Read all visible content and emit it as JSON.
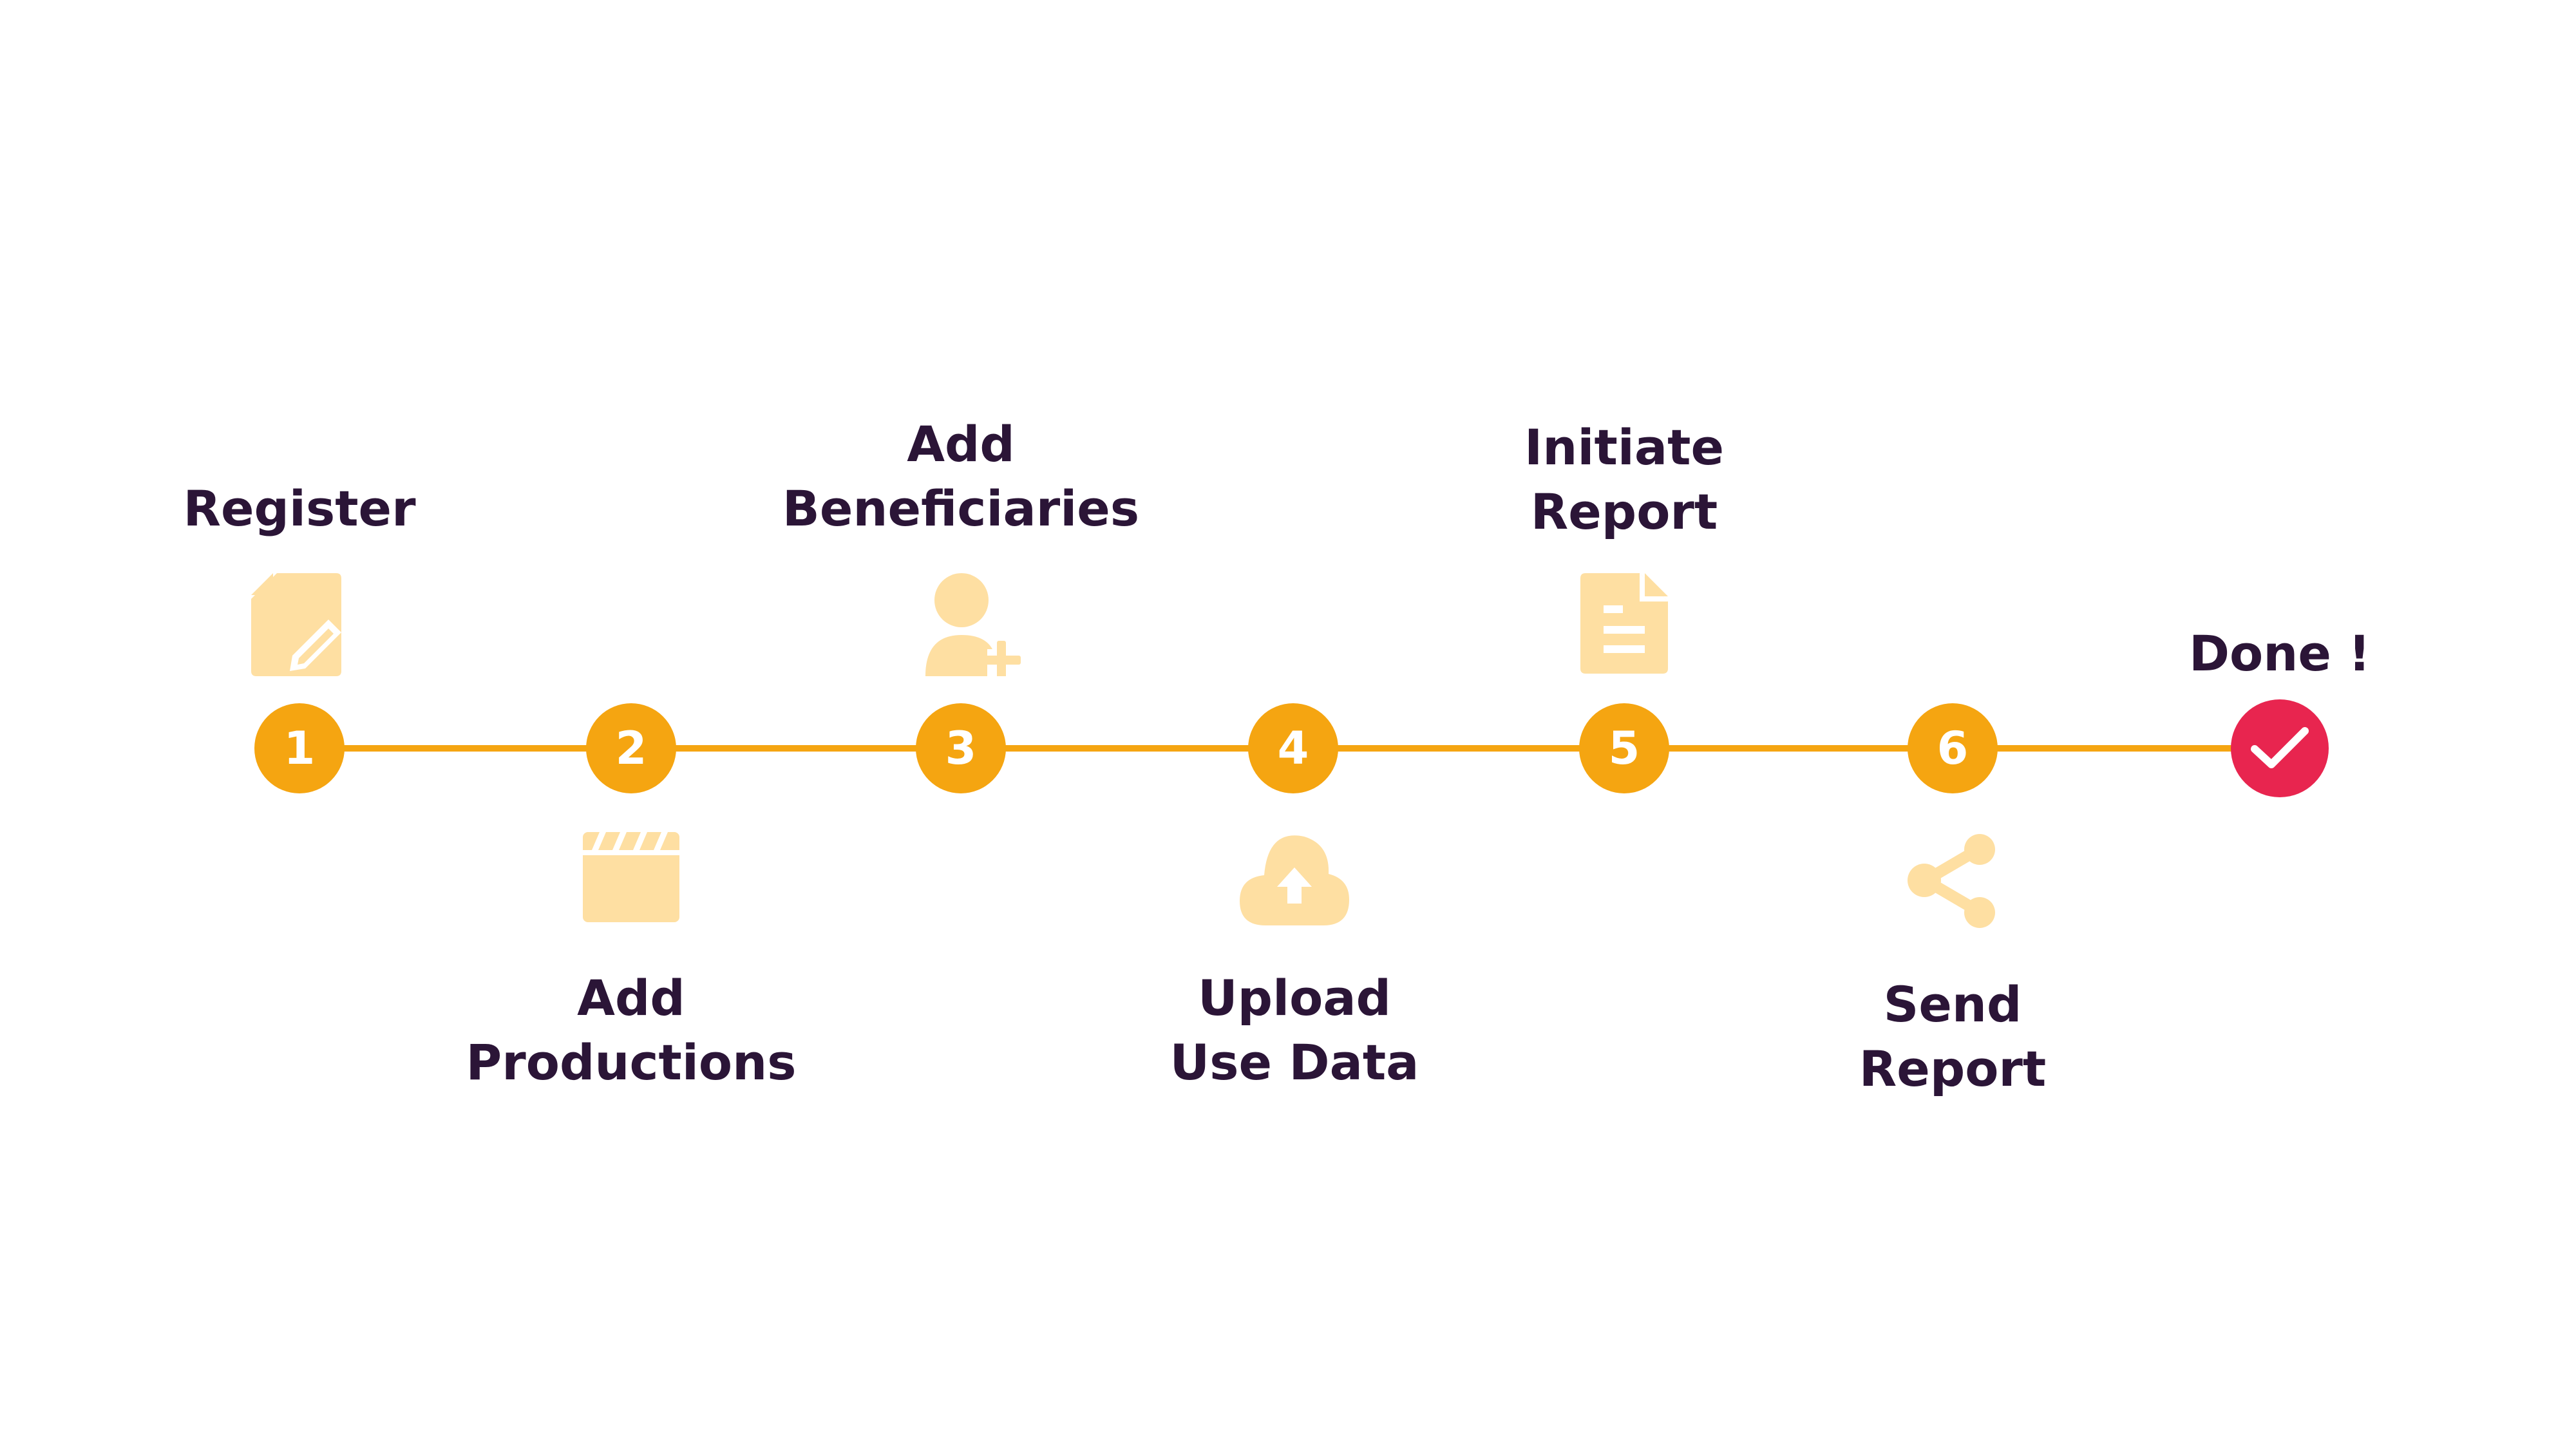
{
  "colors": {
    "accent": "#F5A511",
    "icon": "#FEDFA2",
    "text": "#2B1537",
    "done": "#E8254F"
  },
  "steps": [
    {
      "number": "1",
      "line1": "Register",
      "line2": "",
      "icon": "edit-document-icon"
    },
    {
      "number": "2",
      "line1": "Add",
      "line2": "Productions",
      "icon": "clapperboard-icon"
    },
    {
      "number": "3",
      "line1": "Add",
      "line2": "Beneficiaries",
      "icon": "add-user-icon"
    },
    {
      "number": "4",
      "line1": "Upload",
      "line2": "Use Data",
      "icon": "cloud-upload-icon"
    },
    {
      "number": "5",
      "line1": "Initiate",
      "line2": "Report",
      "icon": "document-icon"
    },
    {
      "number": "6",
      "line1": "Send",
      "line2": "Report",
      "icon": "share-icon"
    }
  ],
  "done": {
    "label": "Done !",
    "icon": "check-icon"
  }
}
